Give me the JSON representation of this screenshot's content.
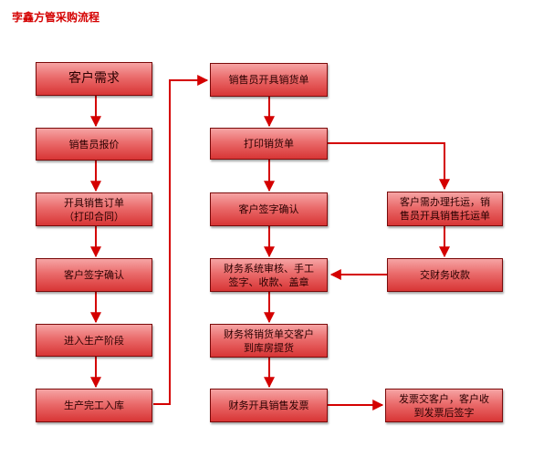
{
  "title": "孛鑫方管采购流程",
  "colors": {
    "arrow": "#d40000",
    "box_border": "#7a0a0a",
    "box_fill": "#e35a5a",
    "title": "#d40000"
  },
  "nodes": {
    "n1": "客户需求",
    "n2": "销售员报价",
    "n3": "开具销售订单\n（打印合同）",
    "n4": "客户签字确认",
    "n5": "进入生产阶段",
    "n6": "生产完工入库",
    "n7": "销售员开具销货单",
    "n8": "打印销货单",
    "n9": "客户签字确认",
    "n10": "财务系统审核、手工\n签字、收款、盖章",
    "n11": "财务将销货单交客户\n到库房提货",
    "n12": "财务开具销售发票",
    "n13": "客户需办理托运，销\n售员开具销售托运单",
    "n14": "交财务收款",
    "n15": "发票交客户，客户收\n到发票后签字"
  }
}
